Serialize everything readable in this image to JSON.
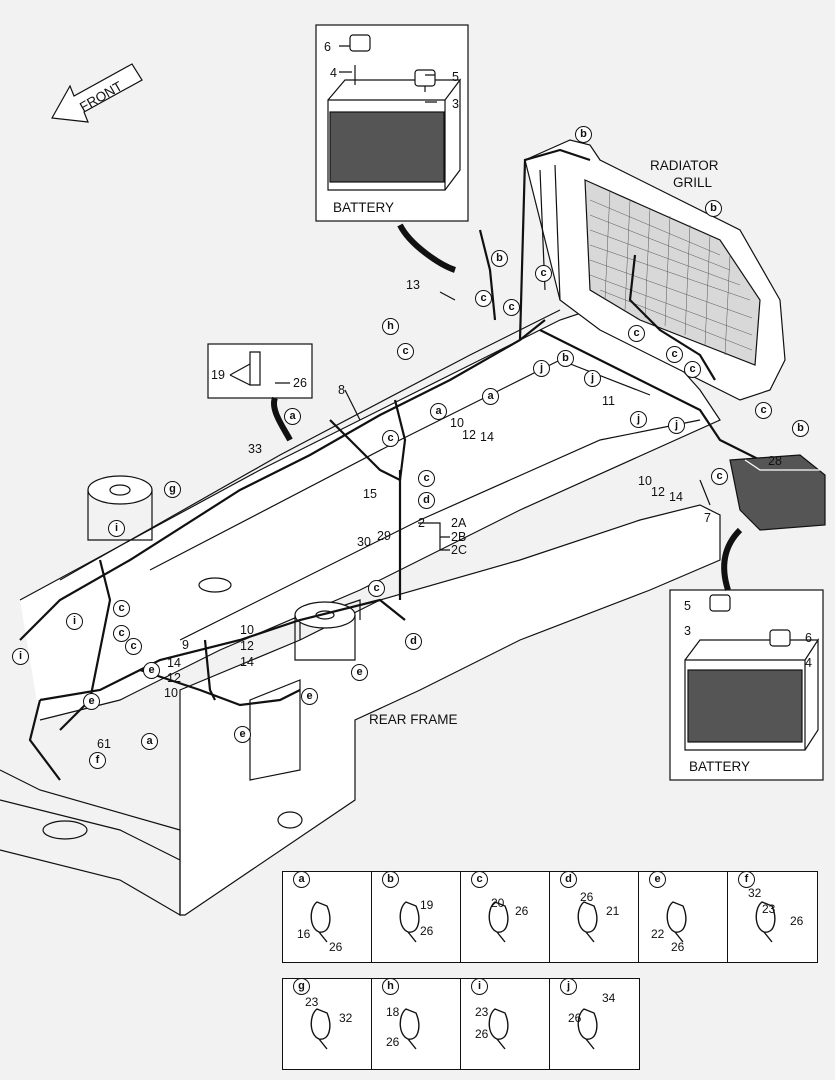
{
  "labels": {
    "front": "FRONT",
    "radiator_grill_line1": "RADIATOR",
    "radiator_grill_line2": "GRILL",
    "battery_top": "BATTERY",
    "battery_bottom": "BATTERY",
    "rear_frame": "REAR FRAME"
  },
  "callouts": {
    "n6a": "6",
    "n4a": "4",
    "n5a": "5",
    "n3a": "3",
    "n13": "13",
    "n8": "8",
    "n19": "19",
    "n26a": "26",
    "n33": "33",
    "n10a": "10",
    "n12a": "12",
    "n14a": "14",
    "n11": "11",
    "n10b": "10",
    "n12b": "12",
    "n14b": "14",
    "n28": "28",
    "n7": "7",
    "n15": "15",
    "n30": "30",
    "n29": "29",
    "n2": "2",
    "n2A": "2A",
    "n2B": "2B",
    "n2C": "2C",
    "n10c": "10",
    "n12c": "12",
    "n14c": "14",
    "n9": "9",
    "n14d": "14",
    "n12d": "12",
    "n10d": "10",
    "n61": "61",
    "n5b": "5",
    "n3b": "3",
    "n6b": "6",
    "n4b": "4"
  },
  "letters": {
    "L1": "b",
    "L2": "b",
    "L3": "b",
    "L4": "c",
    "L5": "c",
    "L6": "c",
    "L7": "c",
    "L8": "h",
    "L9": "c",
    "L10": "j",
    "L11": "b",
    "L12": "a",
    "L13": "a",
    "L14": "a",
    "L15": "j",
    "L16": "c",
    "L17": "c",
    "L18": "c",
    "L19": "j",
    "L20": "j",
    "L21": "b",
    "L22": "c",
    "L23": "c",
    "L24": "g",
    "L25": "c",
    "L26": "d",
    "L27": "i",
    "L28": "c",
    "L29": "c",
    "L30": "c",
    "L31": "i",
    "L32": "i",
    "L33": "e",
    "L34": "d",
    "L35": "e",
    "L36": "e",
    "L37": "e",
    "L38": "f",
    "L39": "e",
    "L40": "a",
    "L41": "c"
  },
  "legend": [
    {
      "letter": "a",
      "nums": [
        "16",
        "26"
      ]
    },
    {
      "letter": "b",
      "nums": [
        "19",
        "26"
      ]
    },
    {
      "letter": "c",
      "nums": [
        "20",
        "26"
      ]
    },
    {
      "letter": "d",
      "nums": [
        "26",
        "21"
      ]
    },
    {
      "letter": "e",
      "nums": [
        "22",
        "26"
      ]
    },
    {
      "letter": "f",
      "nums": [
        "32",
        "23",
        "26"
      ]
    },
    {
      "letter": "g",
      "nums": [
        "23",
        "32"
      ]
    },
    {
      "letter": "h",
      "nums": [
        "18",
        "26"
      ]
    },
    {
      "letter": "i",
      "nums": [
        "23",
        "26"
      ]
    },
    {
      "letter": "j",
      "nums": [
        "34",
        "26"
      ]
    }
  ]
}
